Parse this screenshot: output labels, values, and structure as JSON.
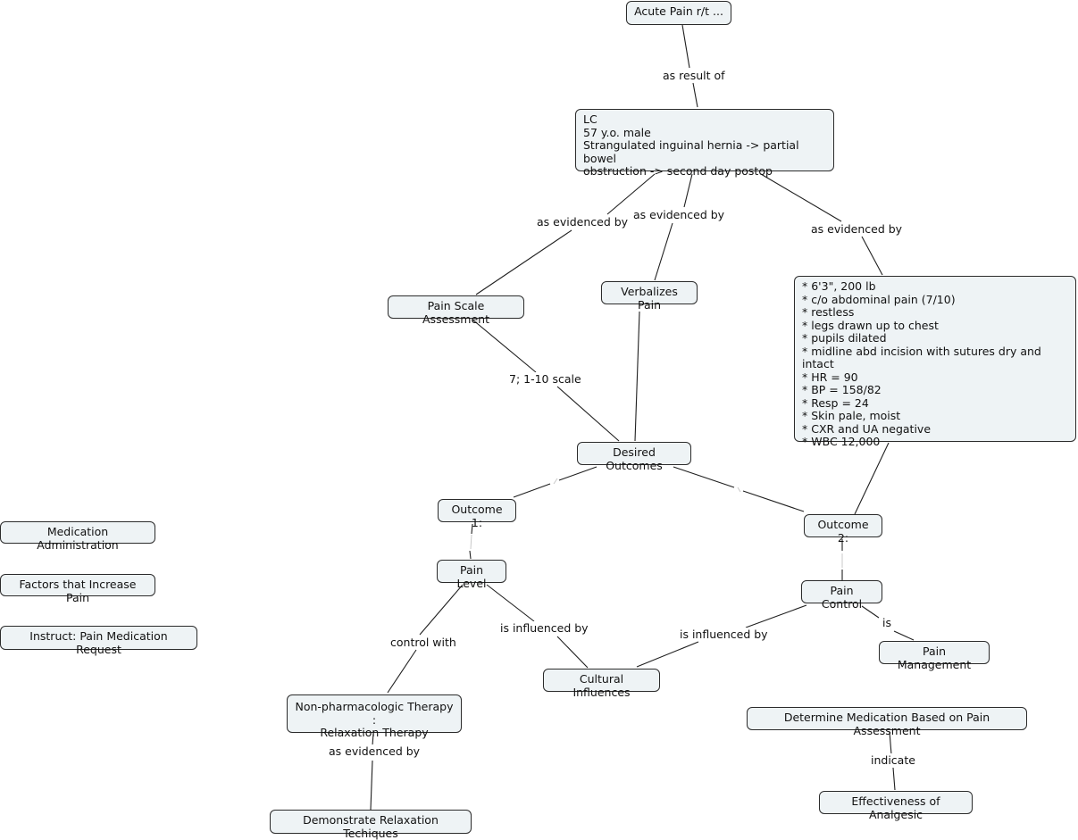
{
  "nodes": {
    "acute_pain": "Acute Pain r/t ...",
    "patient": "LC\n57 y.o. male\nStrangulated inguinal hernia -> partial bowel\nobstruction -> second day postop",
    "pain_scale": "Pain Scale Assessment",
    "verbalizes": "Verbalizes Pain",
    "findings": "* 6'3\", 200 lb\n* c/o abdominal pain (7/10)\n* restless\n* legs drawn up to chest\n* pupils dilated\n* midline abd incision with sutures dry and intact\n* HR = 90\n* BP = 158/82\n* Resp = 24\n* Skin pale, moist\n* CXR and UA negative\n* WBC 12,000",
    "desired_outcomes": "Desired Outcomes",
    "outcome1": "Outcome 1:",
    "outcome2": "Outcome 2:",
    "pain_level": "Pain Level",
    "pain_control": "Pain Control",
    "pain_management": "Pain Management",
    "cultural": "Cultural Influences",
    "non_pharm": "Non-pharmacologic Therapy :\nRelaxation Therapy",
    "demonstrate": "Demonstrate Relaxation Techiques",
    "determine_med": "Determine Medication Based on Pain Assessment",
    "effectiveness": "Effectiveness of Analgesic",
    "med_admin": "Medication Administration",
    "factors": "Factors that Increase Pain",
    "instruct": "Instruct: Pain Medication Request"
  },
  "links": {
    "as_result_of": "as result of",
    "as_evidenced_by_1": "as evidenced by",
    "as_evidenced_by_2": "as evidenced by",
    "as_evidenced_by_3": "as evidenced by",
    "scale": "7; 1-10 scale",
    "control_with": "control with",
    "is_influenced_by_1": "is influenced by",
    "is_influenced_by_2": "is influenced by",
    "is": "is",
    "as_evidenced_by_4": "as evidenced by",
    "indicate": "indicate"
  }
}
